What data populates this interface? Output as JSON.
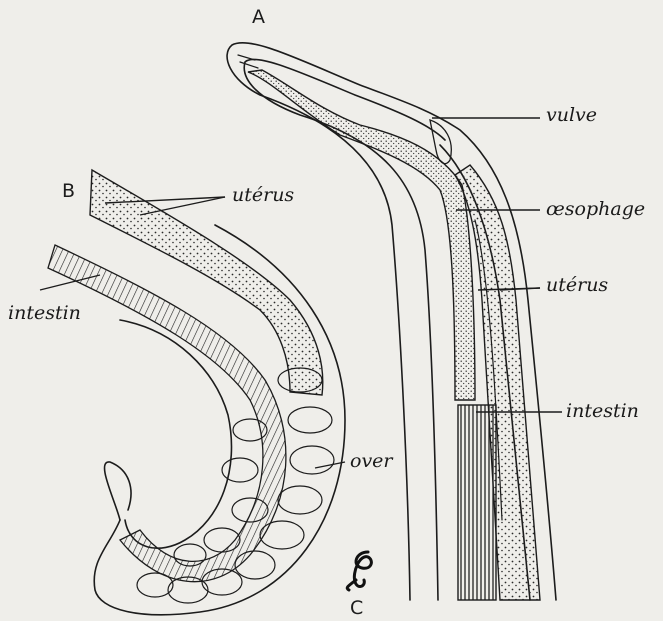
{
  "figure": {
    "letters": {
      "a": "A",
      "b": "B",
      "c": "C"
    },
    "labels_a": {
      "vulve": "vulve",
      "oesophage": "œsophage",
      "uterus": "utérus",
      "intestin": "intestin"
    },
    "labels_b": {
      "uterus": "utérus",
      "intestin": "intestin",
      "over": "over"
    }
  }
}
